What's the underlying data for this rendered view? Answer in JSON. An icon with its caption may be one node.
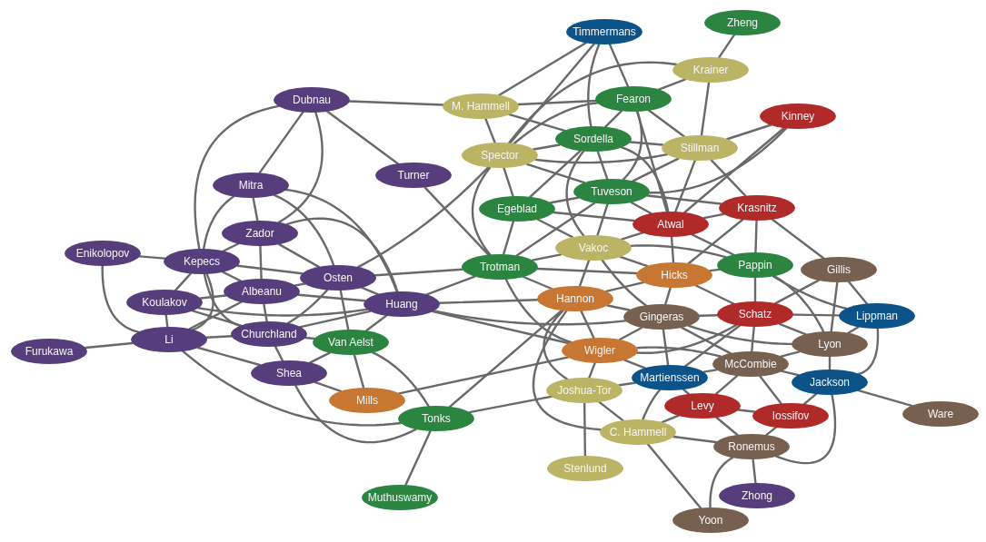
{
  "diagram": {
    "nodes": [
      {
        "text": [
          "Zheng"
        ]
      },
      {
        "text": [
          "Timmermans"
        ]
      },
      {
        "text": [
          "Krainer"
        ]
      },
      {
        "text": [
          "Fearon"
        ]
      },
      {
        "text": [
          "Dubnau"
        ]
      },
      {
        "text": [
          "M. Hammell"
        ]
      },
      {
        "text": [
          "Kinney"
        ]
      },
      {
        "text": [
          "Sordella"
        ]
      },
      {
        "text": [
          "Stillman"
        ]
      },
      {
        "text": [
          "Spector"
        ]
      },
      {
        "text": [
          "Turner"
        ]
      },
      {
        "text": [
          "Mitra"
        ]
      },
      {
        "text": [
          "Tuveson"
        ]
      },
      {
        "text": [
          "Egeblad"
        ]
      },
      {
        "text": [
          "Krasnitz"
        ]
      },
      {
        "text": [
          "Atwal"
        ]
      },
      {
        "text": [
          "Zador"
        ]
      },
      {
        "text": [
          "Vakoc"
        ]
      },
      {
        "text": [
          "Enikolopov"
        ]
      },
      {
        "text": [
          "Kepecs"
        ]
      },
      {
        "text": [
          "Trotman"
        ]
      },
      {
        "text": [
          "Pappin"
        ]
      },
      {
        "text": [
          "Gillis"
        ]
      },
      {
        "text": [
          "Hicks"
        ]
      },
      {
        "text": [
          "Osten"
        ]
      },
      {
        "text": [
          "Albeanu"
        ]
      },
      {
        "text": [
          "Hannon"
        ]
      },
      {
        "text": [
          "Huang"
        ]
      },
      {
        "text": [
          "Koulakov"
        ]
      },
      {
        "text": [
          "Gingeras"
        ]
      },
      {
        "text": [
          "Schatz"
        ]
      },
      {
        "text": [
          "Lippman"
        ]
      },
      {
        "text": [
          "Churchland"
        ]
      },
      {
        "text": [
          "Li"
        ]
      },
      {
        "text": [
          "Van Aelst"
        ]
      },
      {
        "text": [
          "Lyon"
        ]
      },
      {
        "text": [
          "Furukawa"
        ]
      },
      {
        "text": [
          "Wigler"
        ]
      },
      {
        "text": [
          "McCombie"
        ]
      },
      {
        "text": [
          "Shea"
        ]
      },
      {
        "text": [
          "Martienssen"
        ]
      },
      {
        "text": [
          "Jackson"
        ]
      },
      {
        "text": [
          "Joshua-Tor"
        ]
      },
      {
        "text": [
          "Mills"
        ]
      },
      {
        "text": [
          "Levy"
        ]
      },
      {
        "text": [
          "Iossifov"
        ]
      },
      {
        "text": [
          "Ware"
        ]
      },
      {
        "text": [
          "Tonks"
        ]
      },
      {
        "text": [
          "C. Hammell"
        ]
      },
      {
        "text": [
          "Ronemus"
        ]
      },
      {
        "text": [
          "Stenlund"
        ]
      },
      {
        "text": [
          "Zhong"
        ]
      },
      {
        "text": [
          "Muthuswamy"
        ]
      },
      {
        "text": [
          "Yoon"
        ]
      }
    ],
    "edges": [
      {
        "from": 4,
        "to": 5,
        "arrow": "none"
      },
      {
        "from": 4,
        "to": 10,
        "arrow": "none"
      },
      {
        "from": 4,
        "to": 11,
        "arrow": "none"
      },
      {
        "from": 4,
        "to": 16,
        "arrow": "none"
      },
      {
        "from": 4,
        "to": 19,
        "arrow": "none"
      },
      {
        "from": 11,
        "to": 16,
        "arrow": "none"
      },
      {
        "from": 11,
        "to": 24,
        "arrow": "none"
      },
      {
        "from": 11,
        "to": 27,
        "arrow": "none"
      },
      {
        "from": 11,
        "to": 19,
        "arrow": "none"
      },
      {
        "from": 16,
        "to": 19,
        "arrow": "none"
      },
      {
        "from": 16,
        "to": 25,
        "arrow": "none"
      },
      {
        "from": 16,
        "to": 24,
        "arrow": "none"
      },
      {
        "from": 16,
        "to": 27,
        "arrow": "none"
      },
      {
        "from": 18,
        "to": 19,
        "arrow": "none"
      },
      {
        "from": 18,
        "to": 33,
        "arrow": "none"
      },
      {
        "from": 19,
        "to": 28,
        "arrow": "none"
      },
      {
        "from": 19,
        "to": 25,
        "arrow": "none"
      },
      {
        "from": 19,
        "to": 24,
        "arrow": "none"
      },
      {
        "from": 19,
        "to": 32,
        "arrow": "none"
      },
      {
        "from": 19,
        "to": 33,
        "arrow": "none"
      },
      {
        "from": 28,
        "to": 33,
        "arrow": "none"
      },
      {
        "from": 28,
        "to": 25,
        "arrow": "none"
      },
      {
        "from": 28,
        "to": 32,
        "arrow": "none"
      },
      {
        "from": 28,
        "to": 27,
        "arrow": "none"
      },
      {
        "from": 33,
        "to": 36,
        "arrow": "none"
      },
      {
        "from": 33,
        "to": 32,
        "arrow": "none"
      },
      {
        "from": 33,
        "to": 25,
        "arrow": "none"
      },
      {
        "from": 33,
        "to": 39,
        "arrow": "none"
      },
      {
        "from": 25,
        "to": 24,
        "arrow": "none"
      },
      {
        "from": 25,
        "to": 32,
        "arrow": "none"
      },
      {
        "from": 25,
        "to": 27,
        "arrow": "none"
      },
      {
        "from": 32,
        "to": 24,
        "arrow": "none"
      },
      {
        "from": 32,
        "to": 27,
        "arrow": "none"
      },
      {
        "from": 32,
        "to": 39,
        "arrow": "none"
      },
      {
        "from": 32,
        "to": 34,
        "arrow": "none"
      },
      {
        "from": 24,
        "to": 27,
        "arrow": "none"
      },
      {
        "from": 24,
        "to": 34,
        "arrow": "none"
      },
      {
        "from": 24,
        "to": 9,
        "arrow": "none"
      },
      {
        "from": 24,
        "to": 20,
        "arrow": "none"
      },
      {
        "from": 27,
        "to": 20,
        "arrow": "none"
      },
      {
        "from": 27,
        "to": 26,
        "arrow": "none"
      },
      {
        "from": 27,
        "to": 37,
        "arrow": "none"
      },
      {
        "from": 27,
        "to": 34,
        "arrow": "none"
      },
      {
        "from": 27,
        "to": 29,
        "arrow": "none"
      },
      {
        "from": 10,
        "to": 20,
        "arrow": "none"
      },
      {
        "from": 34,
        "to": 39,
        "arrow": "none"
      },
      {
        "from": 34,
        "to": 43,
        "arrow": "none"
      },
      {
        "from": 34,
        "to": 47,
        "arrow": "none"
      },
      {
        "from": 39,
        "to": 43,
        "arrow": "none"
      },
      {
        "from": 39,
        "to": 47,
        "arrow": "none"
      },
      {
        "from": 33,
        "to": 47,
        "arrow": "none"
      },
      {
        "from": 43,
        "to": 37,
        "arrow": "none"
      },
      {
        "from": 47,
        "to": 52,
        "arrow": "none"
      },
      {
        "from": 47,
        "to": 42,
        "arrow": "none"
      },
      {
        "from": 47,
        "to": 26,
        "arrow": "none"
      },
      {
        "from": 1,
        "to": 5,
        "arrow": "none"
      },
      {
        "from": 1,
        "to": 3,
        "arrow": "none"
      },
      {
        "from": 1,
        "to": 7,
        "arrow": "none"
      },
      {
        "from": 1,
        "to": 9,
        "arrow": "none"
      },
      {
        "from": 0,
        "to": 2,
        "arrow": "none"
      },
      {
        "from": 2,
        "to": 3,
        "arrow": "none"
      },
      {
        "from": 2,
        "to": 8,
        "arrow": "none"
      },
      {
        "from": 2,
        "to": 9,
        "arrow": "none"
      },
      {
        "from": 6,
        "to": 8,
        "arrow": "none"
      },
      {
        "from": 6,
        "to": 12,
        "arrow": "none"
      },
      {
        "from": 6,
        "to": 15,
        "arrow": "none"
      },
      {
        "from": 3,
        "to": 7,
        "arrow": "none"
      },
      {
        "from": 3,
        "to": 9,
        "arrow": "none"
      },
      {
        "from": 3,
        "to": 12,
        "arrow": "none"
      },
      {
        "from": 3,
        "to": 15,
        "arrow": "none"
      },
      {
        "from": 3,
        "to": 8,
        "arrow": "none"
      },
      {
        "from": 5,
        "to": 9,
        "arrow": "none"
      },
      {
        "from": 5,
        "to": 7,
        "arrow": "none"
      },
      {
        "from": 5,
        "to": 3,
        "arrow": "none"
      },
      {
        "from": 7,
        "to": 9,
        "arrow": "none"
      },
      {
        "from": 7,
        "to": 8,
        "arrow": "none"
      },
      {
        "from": 7,
        "to": 12,
        "arrow": "none"
      },
      {
        "from": 7,
        "to": 13,
        "arrow": "none"
      },
      {
        "from": 7,
        "to": 17,
        "arrow": "none"
      },
      {
        "from": 7,
        "to": 15,
        "arrow": "none"
      },
      {
        "from": 8,
        "to": 9,
        "arrow": "none"
      },
      {
        "from": 8,
        "to": 12,
        "arrow": "none"
      },
      {
        "from": 8,
        "to": 15,
        "arrow": "none"
      },
      {
        "from": 8,
        "to": 14,
        "arrow": "none"
      },
      {
        "from": 9,
        "to": 12,
        "arrow": "none"
      },
      {
        "from": 9,
        "to": 13,
        "arrow": "none"
      },
      {
        "from": 9,
        "to": 20,
        "arrow": "none"
      },
      {
        "from": 12,
        "to": 13,
        "arrow": "none"
      },
      {
        "from": 12,
        "to": 17,
        "arrow": "none"
      },
      {
        "from": 12,
        "to": 15,
        "arrow": "none"
      },
      {
        "from": 12,
        "to": 20,
        "arrow": "none"
      },
      {
        "from": 12,
        "to": 14,
        "arrow": "none"
      },
      {
        "from": 13,
        "to": 20,
        "arrow": "none"
      },
      {
        "from": 13,
        "to": 17,
        "arrow": "none"
      },
      {
        "from": 13,
        "to": 15,
        "arrow": "none"
      },
      {
        "from": 14,
        "to": 15,
        "arrow": "none"
      },
      {
        "from": 14,
        "to": 21,
        "arrow": "none"
      },
      {
        "from": 14,
        "to": 23,
        "arrow": "none"
      },
      {
        "from": 14,
        "to": 22,
        "arrow": "none"
      },
      {
        "from": 15,
        "to": 17,
        "arrow": "none"
      },
      {
        "from": 15,
        "to": 23,
        "arrow": "none"
      },
      {
        "from": 15,
        "to": 21,
        "arrow": "none"
      },
      {
        "from": 17,
        "to": 20,
        "arrow": "none"
      },
      {
        "from": 17,
        "to": 26,
        "arrow": "none"
      },
      {
        "from": 17,
        "to": 23,
        "arrow": "none"
      },
      {
        "from": 17,
        "to": 29,
        "arrow": "none"
      },
      {
        "from": 17,
        "to": 21,
        "arrow": "none"
      },
      {
        "from": 20,
        "to": 26,
        "arrow": "none"
      },
      {
        "from": 20,
        "to": 23,
        "arrow": "none"
      },
      {
        "from": 20,
        "to": 37,
        "arrow": "none"
      },
      {
        "from": 21,
        "to": 23,
        "arrow": "none"
      },
      {
        "from": 21,
        "to": 30,
        "arrow": "none"
      },
      {
        "from": 21,
        "to": 35,
        "arrow": "none"
      },
      {
        "from": 21,
        "to": 31,
        "arrow": "none"
      },
      {
        "from": 22,
        "to": 30,
        "arrow": "none"
      },
      {
        "from": 22,
        "to": 31,
        "arrow": "none"
      },
      {
        "from": 22,
        "to": 35,
        "arrow": "none"
      },
      {
        "from": 23,
        "to": 26,
        "arrow": "none"
      },
      {
        "from": 23,
        "to": 29,
        "arrow": "none"
      },
      {
        "from": 23,
        "to": 30,
        "arrow": "none"
      },
      {
        "from": 26,
        "to": 37,
        "arrow": "none"
      },
      {
        "from": 26,
        "to": 29,
        "arrow": "none"
      },
      {
        "from": 26,
        "to": 42,
        "arrow": "none"
      },
      {
        "from": 26,
        "to": 48,
        "arrow": "none"
      },
      {
        "from": 29,
        "to": 30,
        "arrow": "none"
      },
      {
        "from": 29,
        "to": 37,
        "arrow": "none"
      },
      {
        "from": 29,
        "to": 40,
        "arrow": "none"
      },
      {
        "from": 29,
        "to": 38,
        "arrow": "none"
      },
      {
        "from": 29,
        "to": 35,
        "arrow": "none"
      },
      {
        "from": 30,
        "to": 31,
        "arrow": "none"
      },
      {
        "from": 30,
        "to": 35,
        "arrow": "none"
      },
      {
        "from": 30,
        "to": 38,
        "arrow": "none"
      },
      {
        "from": 30,
        "to": 40,
        "arrow": "none"
      },
      {
        "from": 30,
        "to": 37,
        "arrow": "none"
      },
      {
        "from": 31,
        "to": 35,
        "arrow": "none"
      },
      {
        "from": 31,
        "to": 41,
        "arrow": "none"
      },
      {
        "from": 35,
        "to": 38,
        "arrow": "none"
      },
      {
        "from": 35,
        "to": 41,
        "arrow": "none"
      },
      {
        "from": 37,
        "to": 42,
        "arrow": "none"
      },
      {
        "from": 37,
        "to": 40,
        "arrow": "none"
      },
      {
        "from": 37,
        "to": 38,
        "arrow": "none"
      },
      {
        "from": 38,
        "to": 40,
        "arrow": "none"
      },
      {
        "from": 38,
        "to": 41,
        "arrow": "none"
      },
      {
        "from": 38,
        "to": 45,
        "arrow": "none"
      },
      {
        "from": 38,
        "to": 44,
        "arrow": "none"
      },
      {
        "from": 40,
        "to": 44,
        "arrow": "none"
      },
      {
        "from": 40,
        "to": 48,
        "arrow": "none"
      },
      {
        "from": 40,
        "to": 42,
        "arrow": "none"
      },
      {
        "from": 41,
        "to": 46,
        "arrow": "none"
      },
      {
        "from": 41,
        "to": 45,
        "arrow": "none"
      },
      {
        "from": 41,
        "to": 49,
        "arrow": "none"
      },
      {
        "from": 42,
        "to": 50,
        "arrow": "none"
      },
      {
        "from": 42,
        "to": 48,
        "arrow": "none"
      },
      {
        "from": 44,
        "to": 49,
        "arrow": "none"
      },
      {
        "from": 44,
        "to": 45,
        "arrow": "none"
      },
      {
        "from": 44,
        "to": 48,
        "arrow": "none"
      },
      {
        "from": 45,
        "to": 49,
        "arrow": "none"
      },
      {
        "from": 48,
        "to": 49,
        "arrow": "none"
      },
      {
        "from": 48,
        "to": 53,
        "arrow": "none"
      },
      {
        "from": 49,
        "to": 51,
        "arrow": "none"
      },
      {
        "from": 49,
        "to": 53,
        "arrow": "none"
      }
    ]
  }
}
